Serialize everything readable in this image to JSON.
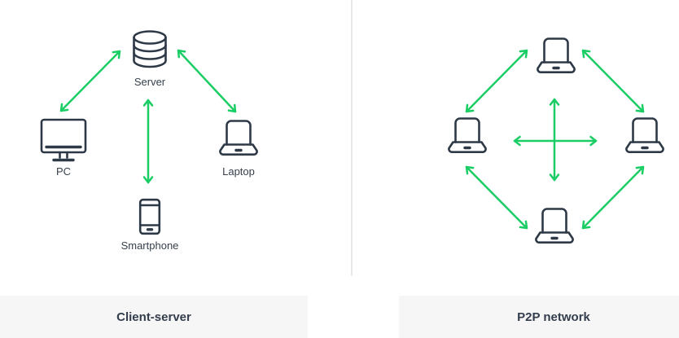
{
  "panels": {
    "client_server": {
      "caption": "Client-server",
      "nodes": {
        "server": {
          "label": "Server",
          "icon": "server-database-icon"
        },
        "pc": {
          "label": "PC",
          "icon": "desktop-pc-icon"
        },
        "laptop": {
          "label": "Laptop",
          "icon": "laptop-icon"
        },
        "smartphone": {
          "label": "Smartphone",
          "icon": "smartphone-icon"
        }
      },
      "connections": [
        "server-pc",
        "server-laptop",
        "server-smartphone"
      ]
    },
    "p2p": {
      "caption": "P2P network",
      "nodes": {
        "peers": [
          "laptop-icon",
          "laptop-icon",
          "laptop-icon",
          "laptop-icon"
        ]
      },
      "connections": [
        "top-left-peer",
        "top-right-peer",
        "bottom-left-peer",
        "bottom-right-peer",
        "vertical-center",
        "horizontal-center"
      ]
    }
  },
  "colors": {
    "arrow_green": "#1acd64",
    "icon_stroke": "#2e3947",
    "label_text": "#353f4b",
    "caption_bg": "#f6f6f7",
    "caption_text": "#333d4c",
    "divider": "#e9e9e9"
  }
}
